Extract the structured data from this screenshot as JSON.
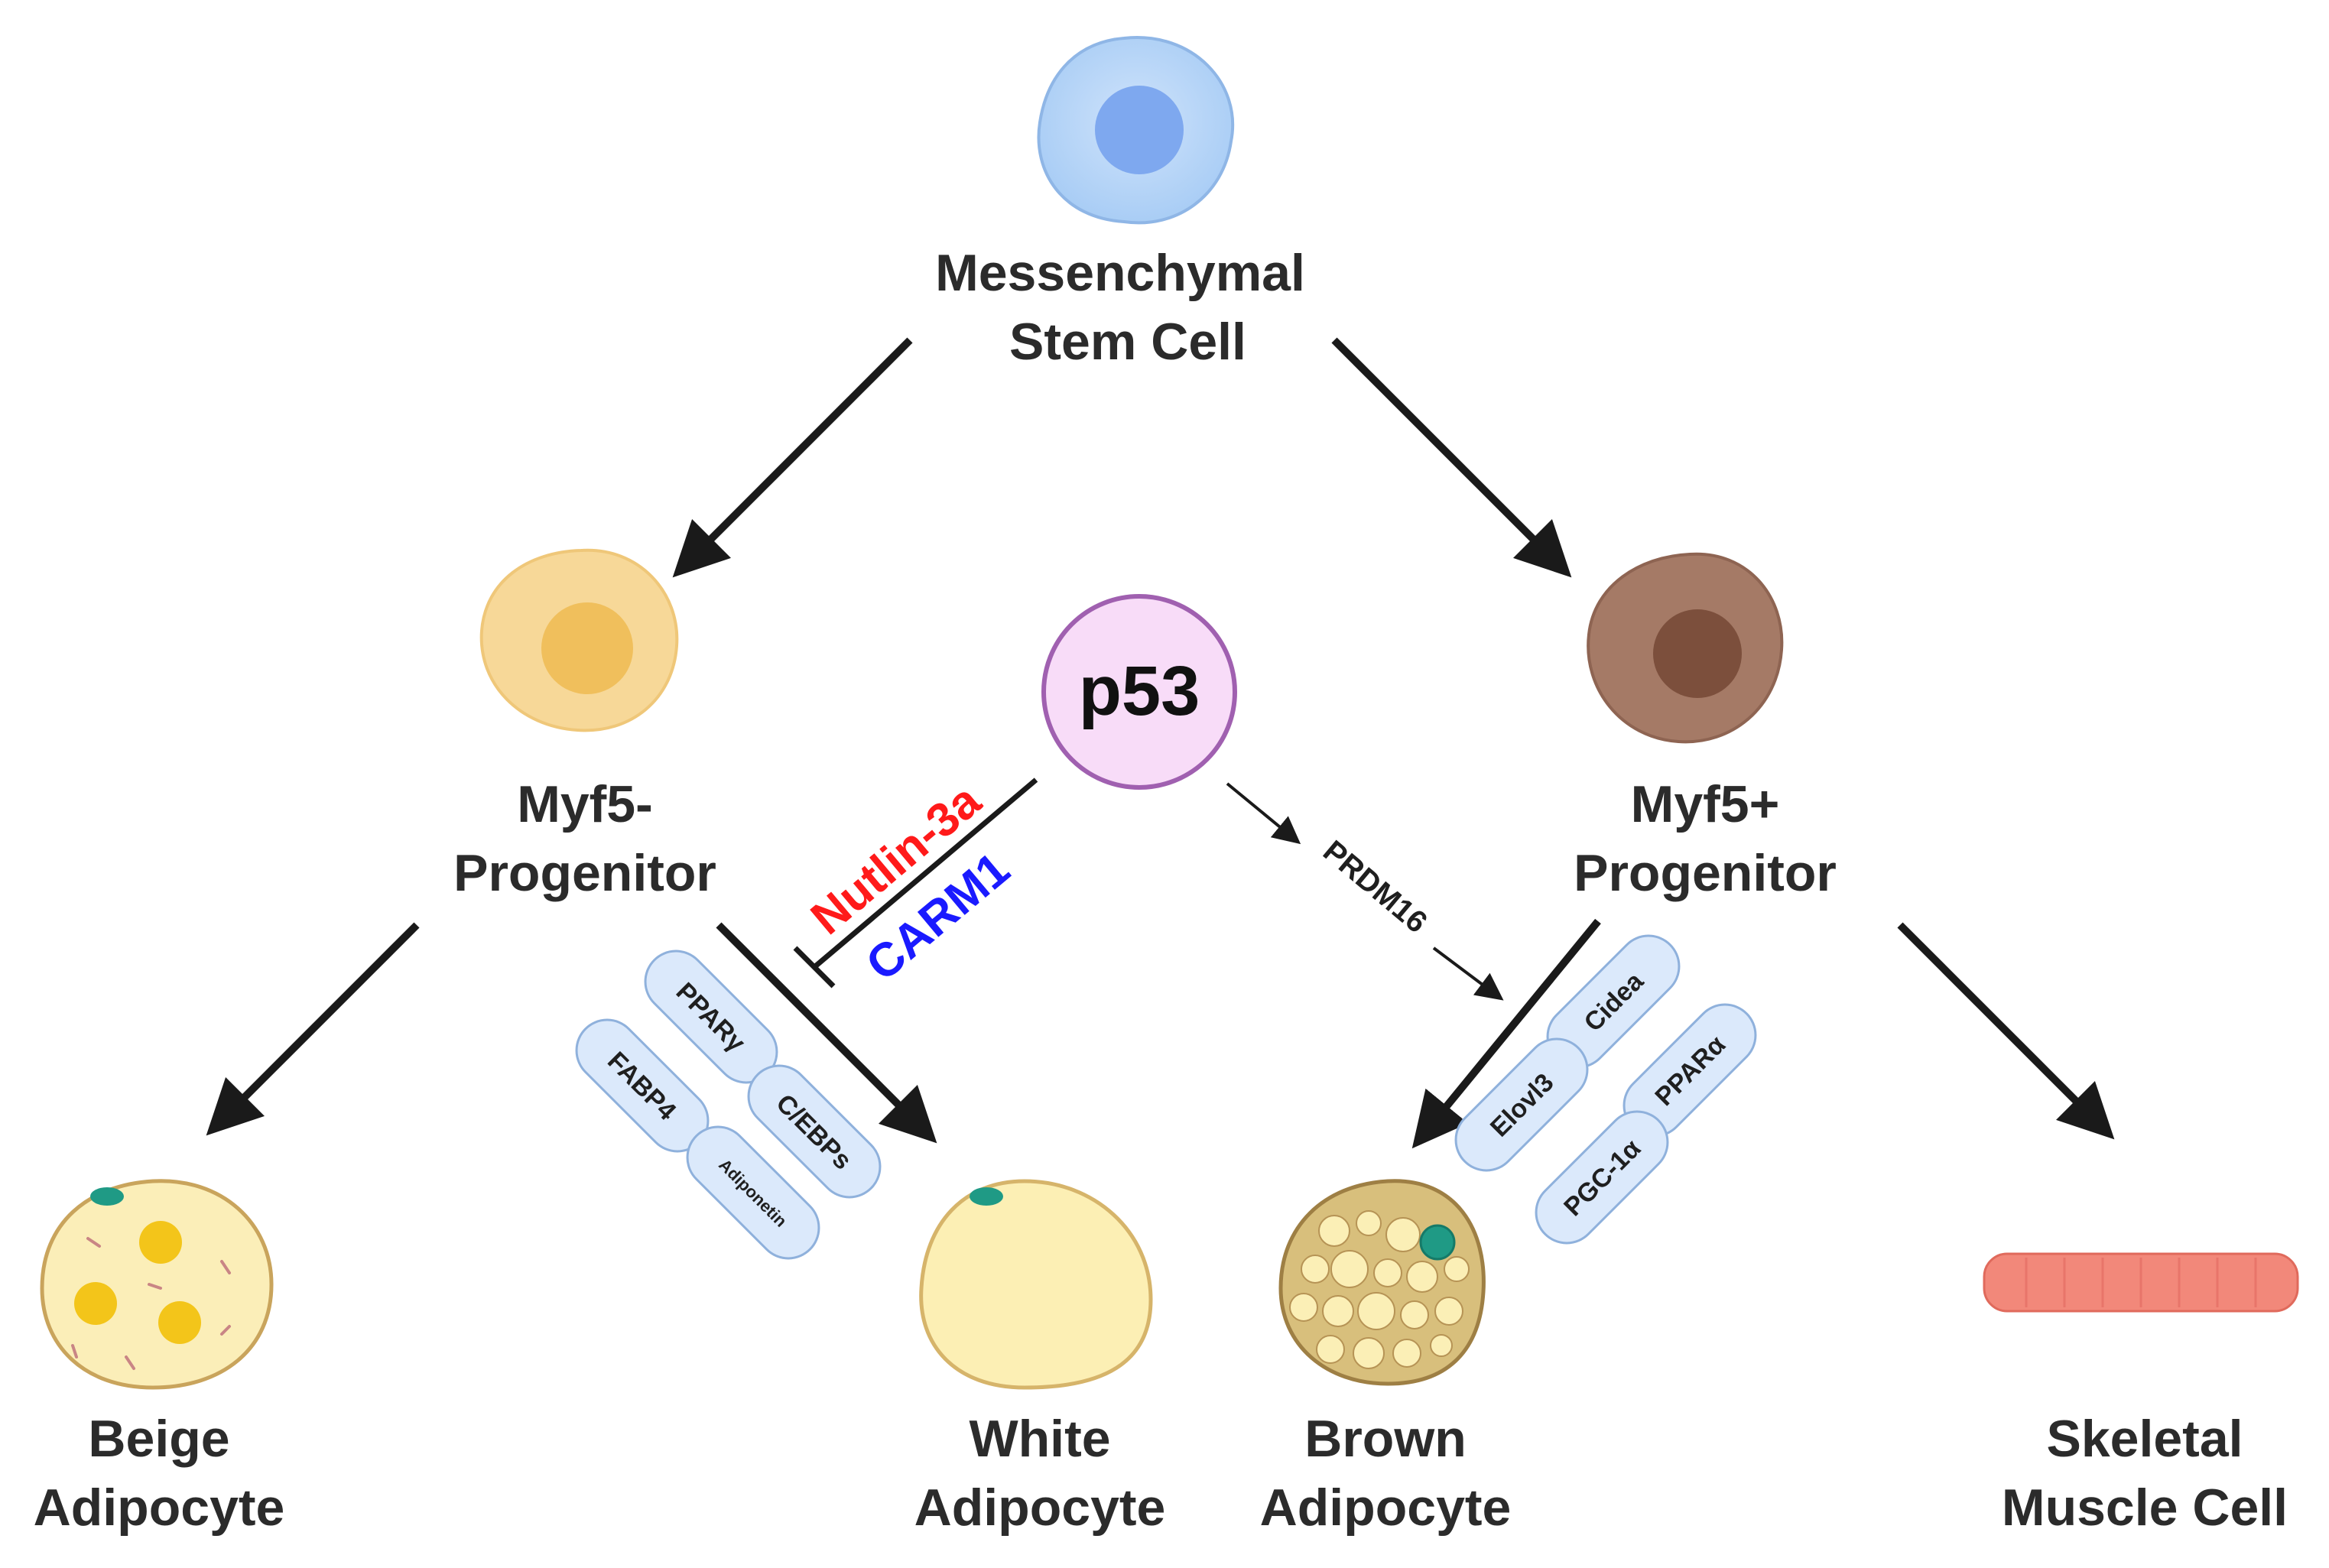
{
  "cells": {
    "stem": {
      "line1": "Messenchymal",
      "line2": "Stem Cell"
    },
    "myf5_neg": {
      "line1": "Myf5-",
      "line2": "Progenitor"
    },
    "myf5_pos": {
      "line1": "Myf5+",
      "line2": "Progenitor"
    },
    "beige": {
      "line1": "Beige",
      "line2": "Adipocyte"
    },
    "white": {
      "line1": "White",
      "line2": "Adipocyte"
    },
    "brown": {
      "line1": "Brown",
      "line2": "Adipocyte"
    },
    "muscle": {
      "line1": "Skeletal",
      "line2": "Muscle Cell"
    }
  },
  "p53": {
    "label": "p53"
  },
  "inhibitors": {
    "nutlin": "Nutlin-3a",
    "carm1": "CARM1"
  },
  "prdm16": "PRDM16",
  "white_markers": [
    "PPARγ",
    "FABP4",
    "C/EBPs",
    "Adiponetin"
  ],
  "brown_markers": [
    "Cidea",
    "Elovl3",
    "PPARα",
    "PGC-1α"
  ],
  "colors": {
    "stem_cell": "#b9d6f7",
    "myf5_neg": "#f7d898",
    "myf5_pos": "#a57a66",
    "p53_fill": "#f8dcf8",
    "p53_stroke": "#a060b0",
    "nutlin": "#ff1a1a",
    "carm1": "#1a1aff",
    "muscle": "#f2887a"
  }
}
